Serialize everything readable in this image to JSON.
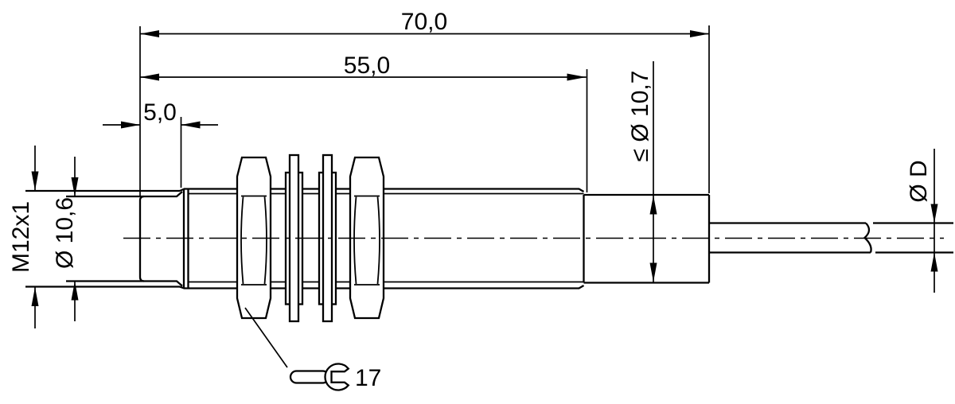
{
  "drawing": {
    "background": "#ffffff",
    "line_color": "#000000",
    "type": "dimensioned side view of M12 tubular sensor with two hex nuts, two washers and axial cable",
    "dimensions": {
      "overall_length": {
        "label": "70,0"
      },
      "thread_length": {
        "label": "55,0"
      },
      "head_length": {
        "label": "5,0"
      },
      "thread_size": {
        "label": "M12x1"
      },
      "head_diameter": {
        "label": "Ø 10,6"
      },
      "housing_diameter": {
        "label": "≤ Ø 10,7"
      },
      "cable_diameter": {
        "label": "Ø D"
      },
      "wrench_size": {
        "label": "17"
      }
    }
  }
}
